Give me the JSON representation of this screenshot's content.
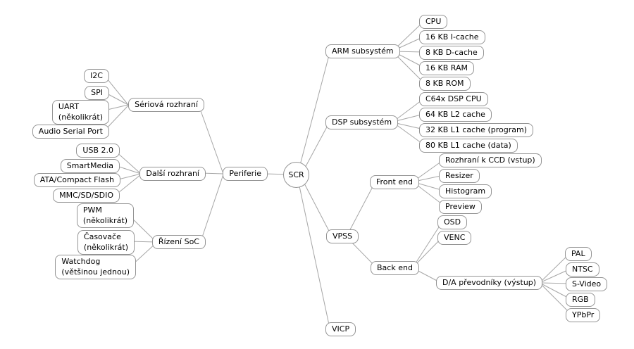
{
  "diagram": {
    "type": "mindmap",
    "root_id": "scr",
    "nodes": [
      {
        "id": "scr",
        "label": "SCR"
      },
      {
        "id": "periferie",
        "label": "Periferie"
      },
      {
        "id": "seriova",
        "label": "Sériová rozhraní"
      },
      {
        "id": "i2c",
        "label": "I2C"
      },
      {
        "id": "spi",
        "label": "SPI"
      },
      {
        "id": "uart",
        "label": "UART\n(několikrát)"
      },
      {
        "id": "audio",
        "label": "Audio Serial Port"
      },
      {
        "id": "dalsi",
        "label": "Další rozhraní"
      },
      {
        "id": "usb",
        "label": "USB 2.0"
      },
      {
        "id": "smartmedia",
        "label": "SmartMedia"
      },
      {
        "id": "ata",
        "label": "ATA/Compact Flash"
      },
      {
        "id": "mmc",
        "label": "MMC/SD/SDIO"
      },
      {
        "id": "rizeni",
        "label": "Řízení SoC"
      },
      {
        "id": "pwm",
        "label": "PWM\n(několikrát)"
      },
      {
        "id": "casovace",
        "label": "Časovače\n(několikrát)"
      },
      {
        "id": "watchdog",
        "label": "Watchdog\n(většinou jednou)"
      },
      {
        "id": "arm",
        "label": "ARM subsystém"
      },
      {
        "id": "cpu",
        "label": "CPU"
      },
      {
        "id": "icache",
        "label": "16 KB I-cache"
      },
      {
        "id": "dcache",
        "label": "8 KB D-cache"
      },
      {
        "id": "ram",
        "label": "16 KB RAM"
      },
      {
        "id": "rom",
        "label": "8 KB ROM"
      },
      {
        "id": "dsp",
        "label": "DSP subsystém"
      },
      {
        "id": "c64x",
        "label": "C64x DSP CPU"
      },
      {
        "id": "l2",
        "label": "64 KB L2 cache"
      },
      {
        "id": "l1p",
        "label": "32 KB L1 cache (program)"
      },
      {
        "id": "l1d",
        "label": "80 KB L1 cache (data)"
      },
      {
        "id": "vpss",
        "label": "VPSS"
      },
      {
        "id": "frontend",
        "label": "Front end"
      },
      {
        "id": "ccd",
        "label": "Rozhraní k CCD (vstup)"
      },
      {
        "id": "resizer",
        "label": "Resizer"
      },
      {
        "id": "histogram",
        "label": "Histogram"
      },
      {
        "id": "preview",
        "label": "Preview"
      },
      {
        "id": "backend",
        "label": "Back end"
      },
      {
        "id": "osd",
        "label": "OSD"
      },
      {
        "id": "venc",
        "label": "VENC"
      },
      {
        "id": "da",
        "label": "D/A převodníky (výstup)"
      },
      {
        "id": "pal",
        "label": "PAL"
      },
      {
        "id": "ntsc",
        "label": "NTSC"
      },
      {
        "id": "svideo",
        "label": "S-Video"
      },
      {
        "id": "rgb",
        "label": "RGB"
      },
      {
        "id": "ypbpr",
        "label": "YPbPr"
      },
      {
        "id": "vicp",
        "label": "VICP"
      }
    ],
    "edges": [
      {
        "from": "scr",
        "to": "periferie"
      },
      {
        "from": "scr",
        "to": "arm"
      },
      {
        "from": "scr",
        "to": "dsp"
      },
      {
        "from": "scr",
        "to": "vpss"
      },
      {
        "from": "scr",
        "to": "vicp"
      },
      {
        "from": "periferie",
        "to": "seriova"
      },
      {
        "from": "periferie",
        "to": "dalsi"
      },
      {
        "from": "periferie",
        "to": "rizeni"
      },
      {
        "from": "seriova",
        "to": "i2c"
      },
      {
        "from": "seriova",
        "to": "spi"
      },
      {
        "from": "seriova",
        "to": "uart"
      },
      {
        "from": "seriova",
        "to": "audio"
      },
      {
        "from": "dalsi",
        "to": "usb"
      },
      {
        "from": "dalsi",
        "to": "smartmedia"
      },
      {
        "from": "dalsi",
        "to": "ata"
      },
      {
        "from": "dalsi",
        "to": "mmc"
      },
      {
        "from": "rizeni",
        "to": "pwm"
      },
      {
        "from": "rizeni",
        "to": "casovace"
      },
      {
        "from": "rizeni",
        "to": "watchdog"
      },
      {
        "from": "arm",
        "to": "cpu"
      },
      {
        "from": "arm",
        "to": "icache"
      },
      {
        "from": "arm",
        "to": "dcache"
      },
      {
        "from": "arm",
        "to": "ram"
      },
      {
        "from": "arm",
        "to": "rom"
      },
      {
        "from": "dsp",
        "to": "c64x"
      },
      {
        "from": "dsp",
        "to": "l2"
      },
      {
        "from": "dsp",
        "to": "l1p"
      },
      {
        "from": "dsp",
        "to": "l1d"
      },
      {
        "from": "vpss",
        "to": "frontend"
      },
      {
        "from": "vpss",
        "to": "backend"
      },
      {
        "from": "frontend",
        "to": "ccd"
      },
      {
        "from": "frontend",
        "to": "resizer"
      },
      {
        "from": "frontend",
        "to": "histogram"
      },
      {
        "from": "frontend",
        "to": "preview"
      },
      {
        "from": "backend",
        "to": "osd"
      },
      {
        "from": "backend",
        "to": "venc"
      },
      {
        "from": "backend",
        "to": "da"
      },
      {
        "from": "da",
        "to": "pal"
      },
      {
        "from": "da",
        "to": "ntsc"
      },
      {
        "from": "da",
        "to": "svideo"
      },
      {
        "from": "da",
        "to": "rgb"
      },
      {
        "from": "da",
        "to": "ypbpr"
      }
    ],
    "colors": {
      "node_border": "#949494",
      "connector": "#a6a6a6",
      "node_background": "#ffffff",
      "text": "#000000"
    }
  }
}
